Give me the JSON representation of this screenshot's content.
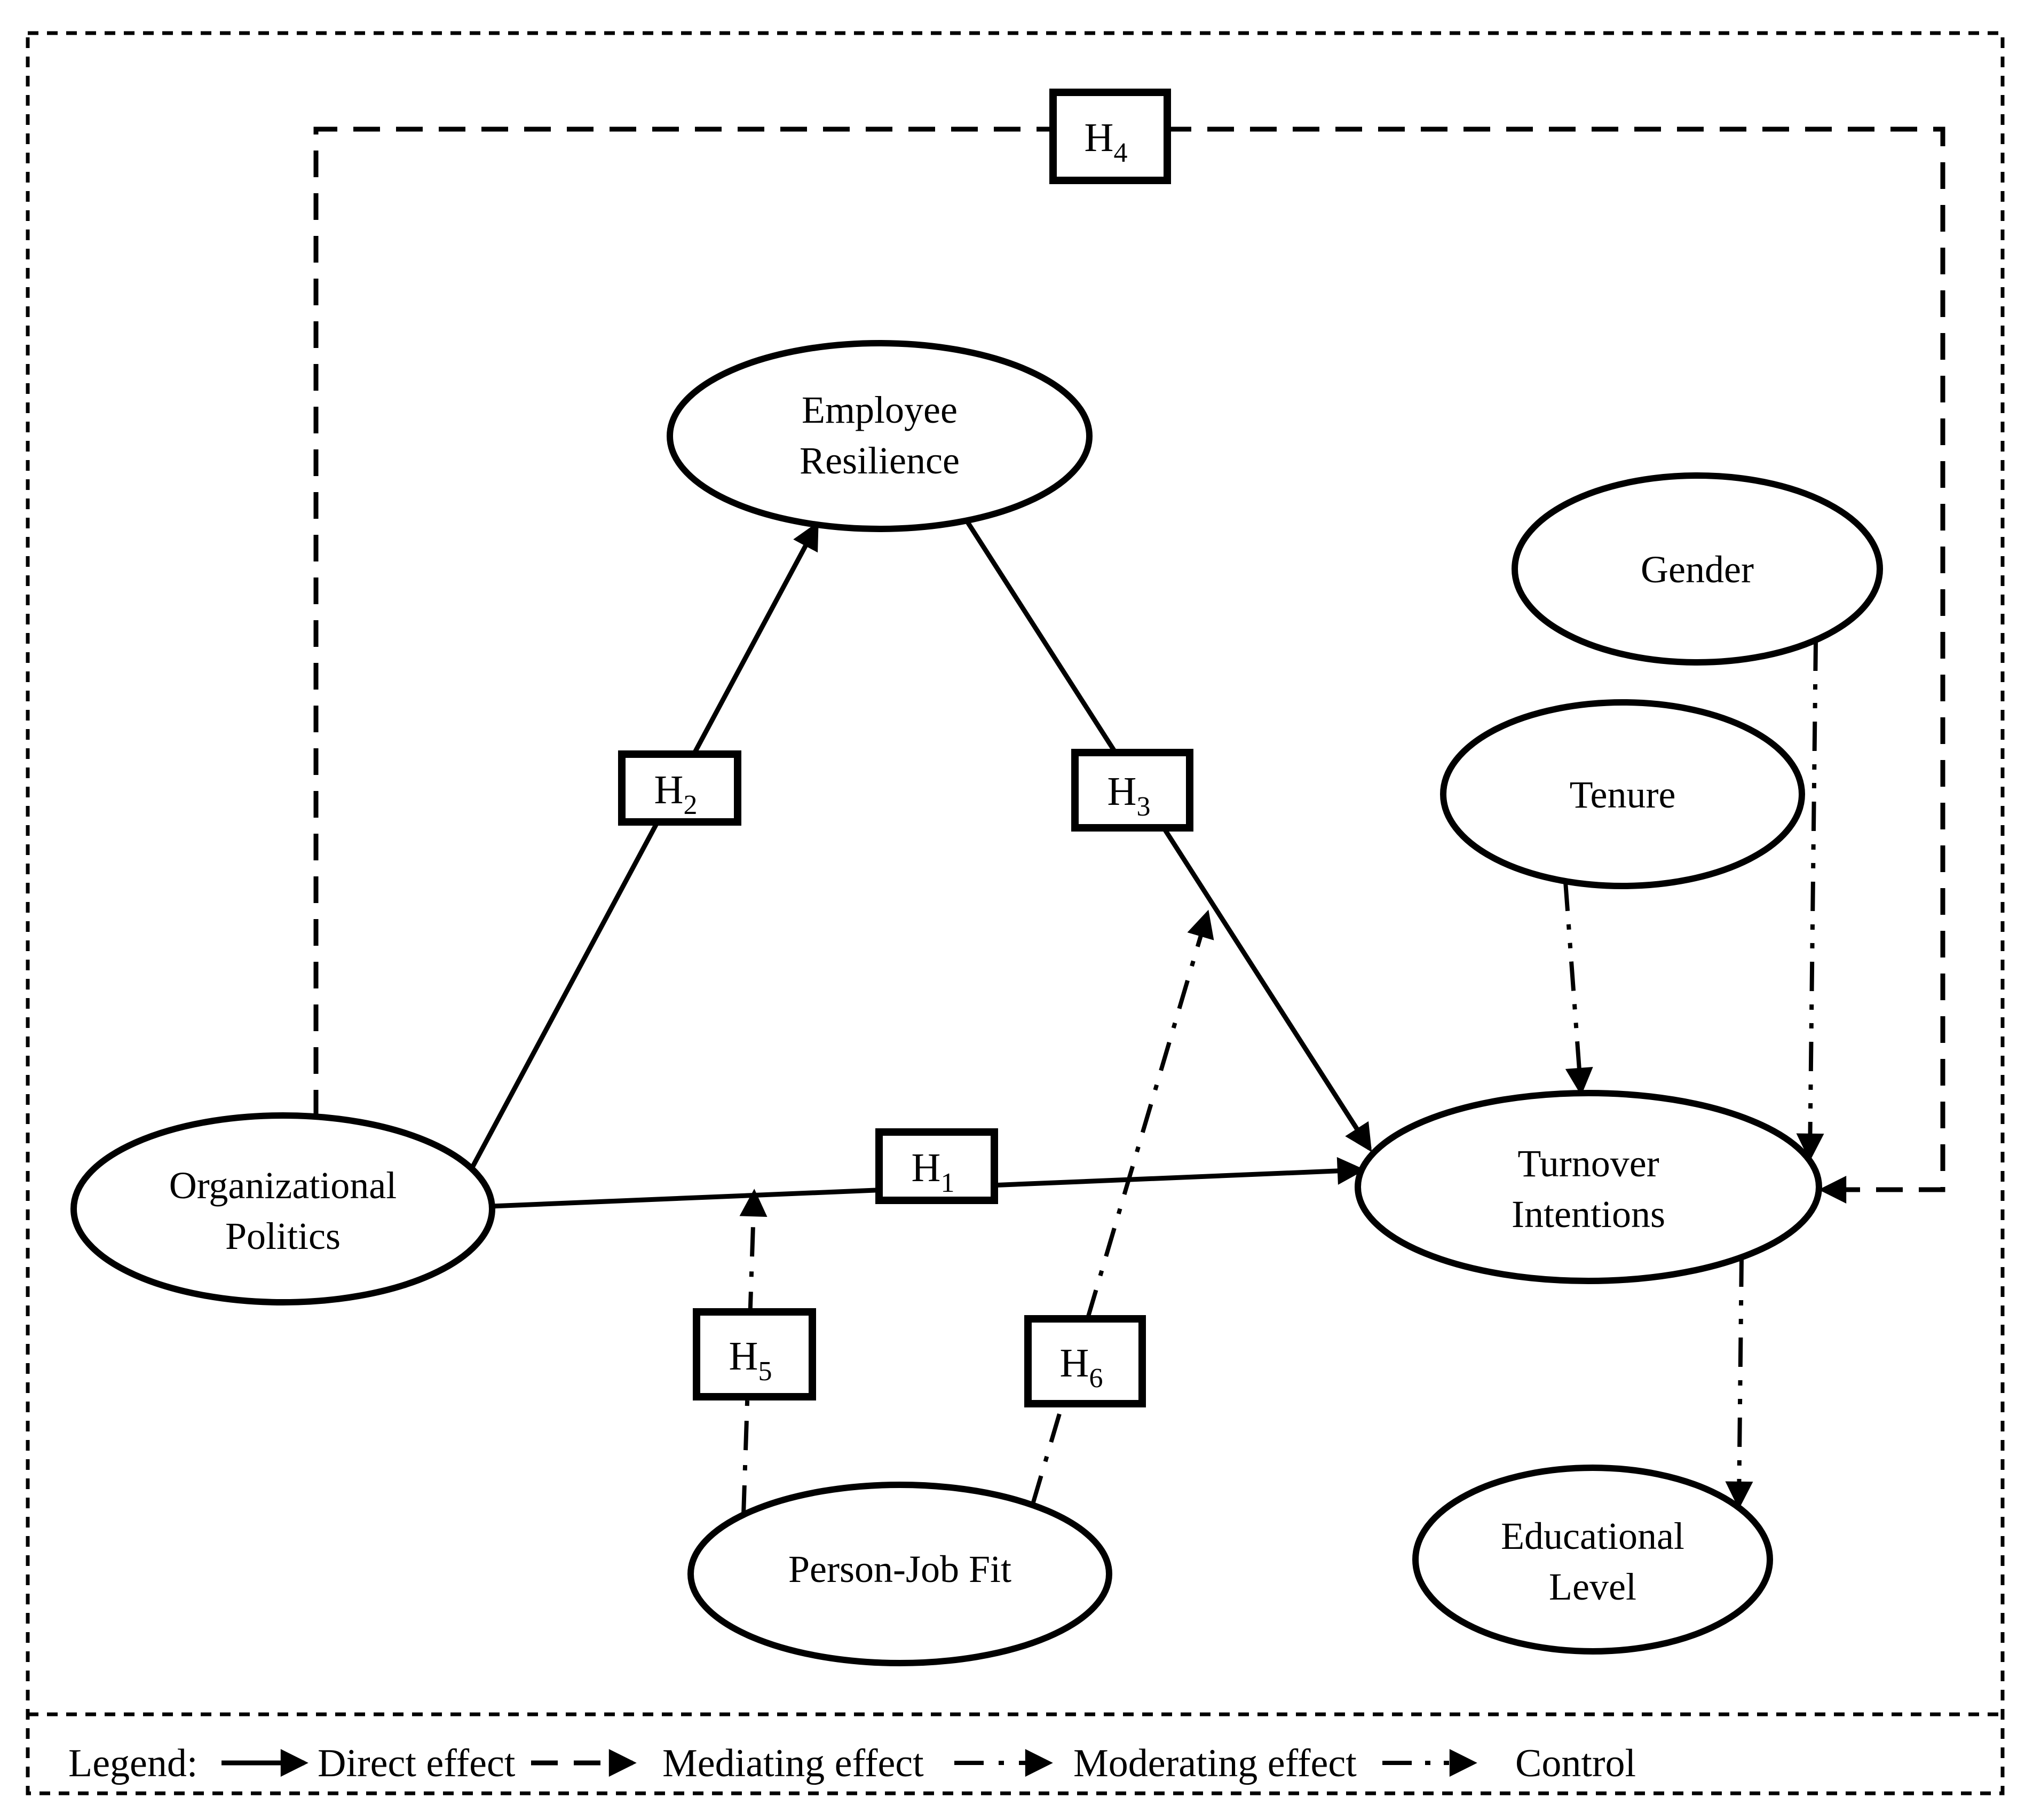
{
  "colors": {
    "ink": "#000000",
    "background": "#ffffff"
  },
  "nodes": {
    "employee_resilience": {
      "line1": "Employee",
      "line2": "Resilience"
    },
    "gender": {
      "line1": "Gender"
    },
    "tenure": {
      "line1": "Tenure"
    },
    "organizational_politics": {
      "line1": "Organizational",
      "line2": "Politics"
    },
    "turnover_intentions": {
      "line1": "Turnover",
      "line2": "Intentions"
    },
    "person_job_fit": {
      "line1": "Person-Job Fit"
    },
    "educational_level": {
      "line1": "Educational",
      "line2": "Level"
    }
  },
  "hypotheses": {
    "h1": {
      "base": "H",
      "sub": "1"
    },
    "h2": {
      "base": "H",
      "sub": "2"
    },
    "h3": {
      "base": "H",
      "sub": "3"
    },
    "h4": {
      "base": "H",
      "sub": "4"
    },
    "h5": {
      "base": "H",
      "sub": "5"
    },
    "h6": {
      "base": "H",
      "sub": "6"
    }
  },
  "legend": {
    "title": "Legend:",
    "items": [
      {
        "label": "Direct effect",
        "style": "solid-arrow"
      },
      {
        "label": "Mediating effect",
        "style": "dashed-arrow"
      },
      {
        "label": "Moderating effect",
        "style": "dash-dot-arrow"
      },
      {
        "label": "Control",
        "style": "dash-dot-dot-arrow"
      }
    ]
  }
}
